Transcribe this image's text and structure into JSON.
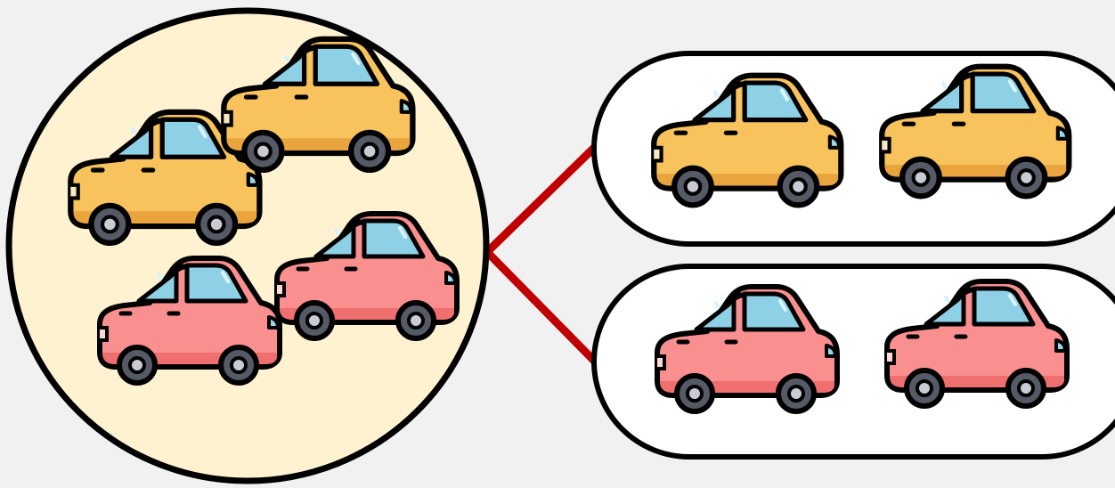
{
  "colors": {
    "background": "#f1f1f1",
    "set_fill": "#fff2d1",
    "group_fill": "#ffffff",
    "outline": "#000000",
    "connector": "#c00000",
    "yellow_body": "#f8c35c",
    "yellow_shade": "#eaa43e",
    "red_body": "#fa8f8f",
    "red_shade": "#ef6e6e",
    "window": "#8ed1e6",
    "window_shine": "#d9f3fb",
    "tire": "#555a66",
    "hub": "#c9ccd4"
  },
  "diagram": {
    "mixed_set": {
      "icon": "car-icon",
      "cars": [
        "yellow",
        "yellow",
        "red",
        "red"
      ]
    },
    "groups": [
      {
        "icon": "car-icon",
        "color": "yellow",
        "count": 2
      },
      {
        "icon": "car-icon",
        "color": "red",
        "count": 2
      }
    ]
  }
}
